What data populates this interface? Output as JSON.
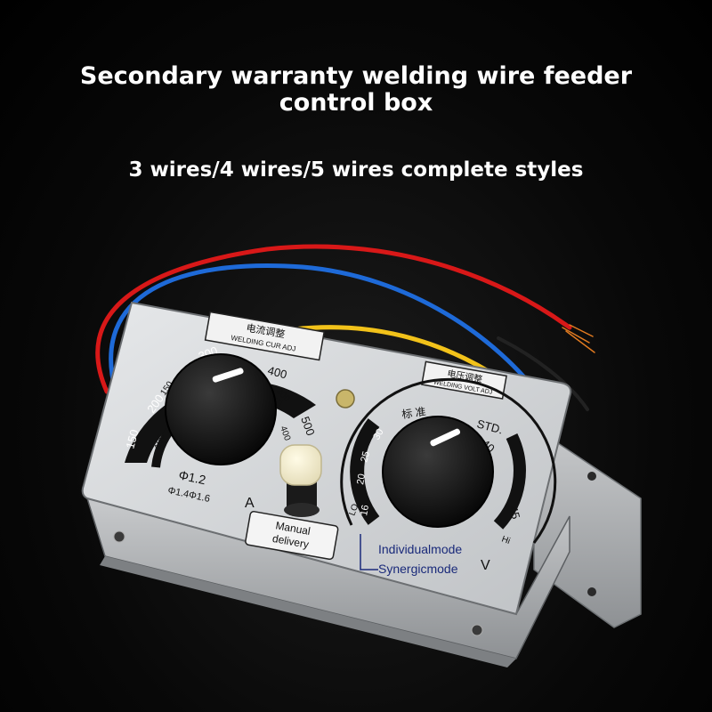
{
  "headline": {
    "line1": "Secondary warranty welding wire feeder",
    "line2": "control box",
    "subtitle": "3 wires/4 wires/5 wires complete styles"
  },
  "panel": {
    "current": {
      "label_cn": "电流调整",
      "label_en": "WELDING CUR ADJ",
      "outer_scale": [
        "150",
        "200",
        "300",
        "400",
        "500"
      ],
      "inner_scale": [
        "100",
        "150",
        "300",
        "400"
      ],
      "diameter_main": "Φ1.2",
      "diameter_alt": "Φ1.4Φ1.6",
      "unit": "A"
    },
    "voltage": {
      "label_cn": "电压调整",
      "label_en": "WELDING VOLT ADJ",
      "std_left": "标 准",
      "std_right": "STD.",
      "scale": [
        "16",
        "20",
        "25",
        "30",
        "40",
        "45"
      ],
      "lo": "LO",
      "hi": "Hi",
      "unit": "V"
    },
    "button_label_line1": "Manual",
    "button_label_line2": "delivery",
    "mode_individual": "Individualmode",
    "mode_synergic": "Synergicmode"
  },
  "colors": {
    "background": "#000000",
    "panel": "#d6d8da",
    "knob": "#111111",
    "wire_red": "#d81818",
    "wire_blue": "#1e6ad8",
    "wire_yellow": "#f2c21a",
    "mode_text": "#1a2a7a"
  }
}
